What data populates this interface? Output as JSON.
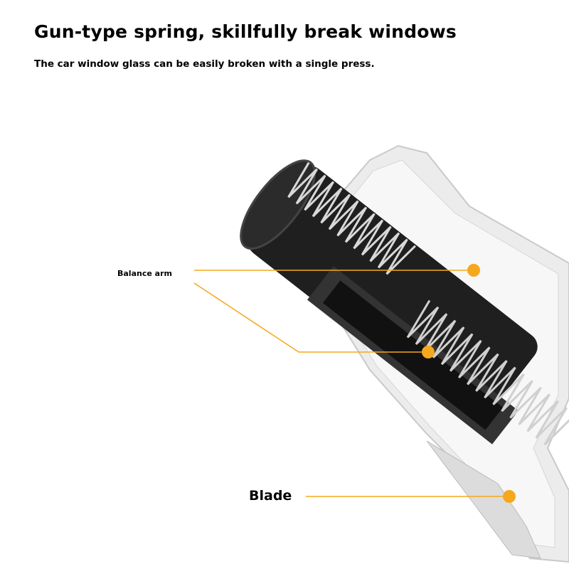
{
  "header": {
    "title": "Gun-type spring, skillfully break windows",
    "subtitle": "The car window glass can be easily broken with a single press."
  },
  "annotations": {
    "balance_arm": "Balance arm",
    "blade": "Blade"
  },
  "colors": {
    "accent": "#f5a81c",
    "casing": "#e6e6e6",
    "core": "#1e1e1e"
  }
}
